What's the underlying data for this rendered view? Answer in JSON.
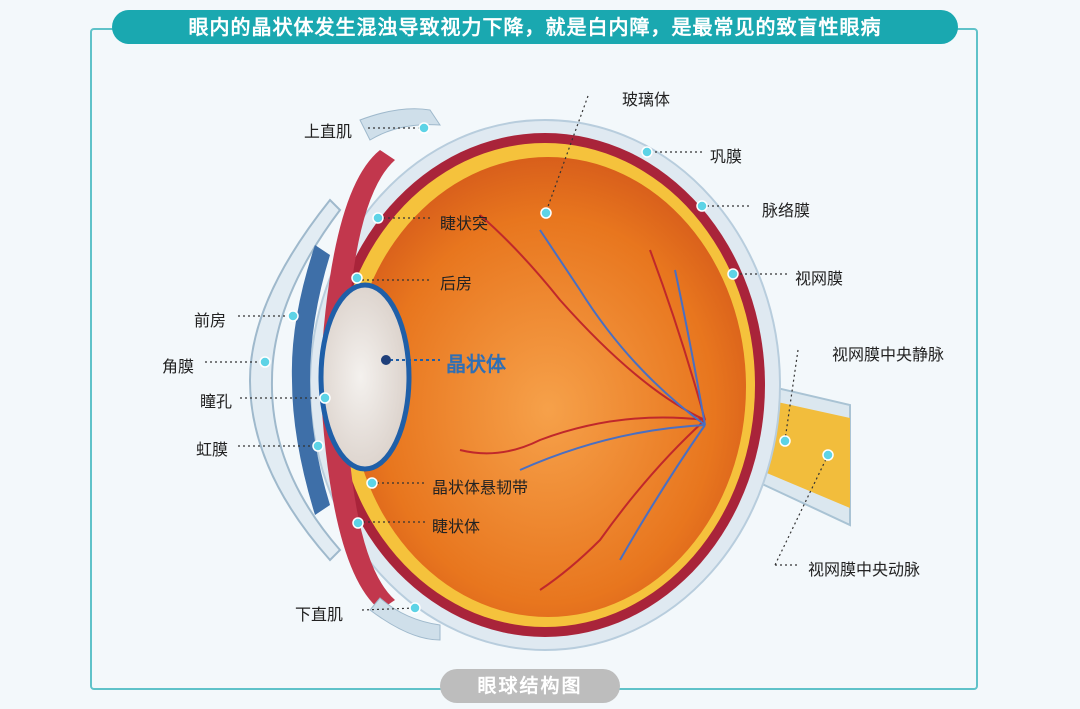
{
  "header": {
    "title": "眼内的晶状体发生混浊导致视力下降，就是白内障，是最常见的致盲性眼病"
  },
  "caption": "眼球结构图",
  "labels": {
    "superior_rectus": "上直肌",
    "vitreous": "玻璃体",
    "sclera": "巩膜",
    "choroid": "脉络膜",
    "retina": "视网膜",
    "ciliary_process": "睫状突",
    "posterior_chamber": "后房",
    "anterior_chamber": "前房",
    "cornea": "角膜",
    "lens": "晶状体",
    "pupil": "瞳孔",
    "iris": "虹膜",
    "zonule": "晶状体悬韧带",
    "ciliary_body": "睫状体",
    "central_retinal_vein": "视网膜中央静脉",
    "central_retinal_artery": "视网膜中央动脉",
    "inferior_rectus": "下直肌"
  },
  "colors": {
    "title_bg": "#1aa8b0",
    "frame": "#5fc2c9",
    "lens_outline": "#1f5fa8",
    "vitreous": "#e8761e",
    "caption_bg": "#bdbdbd"
  }
}
